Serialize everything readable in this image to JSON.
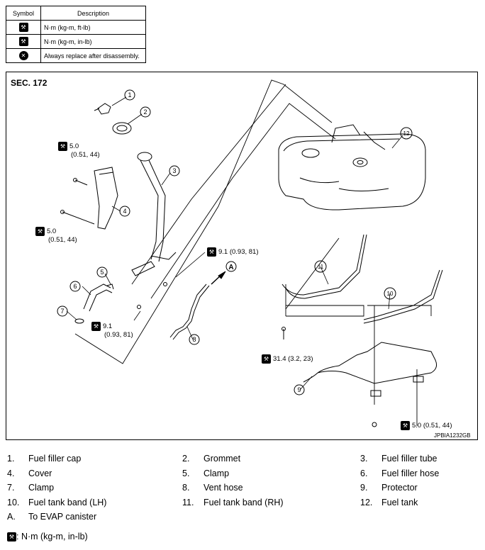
{
  "legend": {
    "headers": [
      "Symbol",
      "Description"
    ],
    "rows": [
      {
        "icon": "torque-wrench-icon",
        "text": "N·m (kg-m, ft-lb)"
      },
      {
        "icon": "torque-wrench-icon",
        "text": "N·m (kg-m, in-lb)"
      },
      {
        "icon": "replace-x-icon",
        "text": "Always replace after disassembly."
      }
    ]
  },
  "diagram": {
    "section": "SEC. 172",
    "image_code": "JPBIA1232GB",
    "callouts": [
      "1",
      "2",
      "3",
      "4",
      "5",
      "6",
      "7",
      "8",
      "9",
      "10",
      "11",
      "12"
    ],
    "marker_a": "A",
    "torques": {
      "t1_line1": "5.0",
      "t1_line2": "(0.51, 44)",
      "t2_line1": "5.0",
      "t2_line2": "(0.51, 44)",
      "t3": "9.1 (0.93, 81)",
      "t4_line1": "9.1",
      "t4_line2": "(0.93, 81)",
      "t5": "31.4 (3.2, 23)",
      "t6": "5.0 (0.51, 44)"
    }
  },
  "parts": [
    [
      {
        "num": "1.",
        "name": "Fuel filler cap"
      },
      {
        "num": "2.",
        "name": "Grommet"
      },
      {
        "num": "3.",
        "name": "Fuel filler tube"
      }
    ],
    [
      {
        "num": "4.",
        "name": "Cover"
      },
      {
        "num": "5.",
        "name": "Clamp"
      },
      {
        "num": "6.",
        "name": "Fuel filler hose"
      }
    ],
    [
      {
        "num": "7.",
        "name": "Clamp"
      },
      {
        "num": "8.",
        "name": "Vent hose"
      },
      {
        "num": "9.",
        "name": "Protector"
      }
    ],
    [
      {
        "num": "10.",
        "name": "Fuel tank band (LH)"
      },
      {
        "num": "11.",
        "name": "Fuel tank band (RH)"
      },
      {
        "num": "12.",
        "name": "Fuel tank"
      }
    ],
    [
      {
        "num": "A.",
        "name": "To EVAP canister"
      }
    ]
  ],
  "footnote": ": N·m (kg-m, in-lb)",
  "colors": {
    "line": "#000000",
    "background": "#ffffff"
  }
}
